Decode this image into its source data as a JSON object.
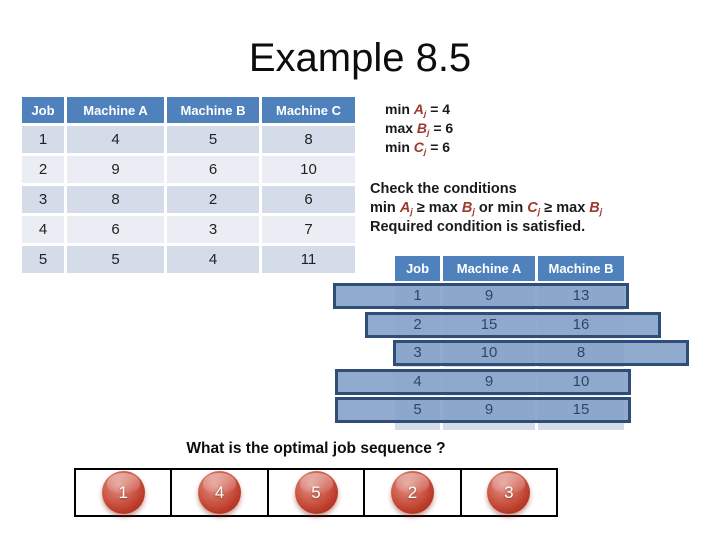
{
  "slide": {
    "title": "Example 8.5"
  },
  "left_table": {
    "headers": [
      "Job",
      "Machine A",
      "Machine B",
      "Machine C"
    ],
    "rows": [
      [
        "1",
        "4",
        "5",
        "8"
      ],
      [
        "2",
        "9",
        "6",
        "10"
      ],
      [
        "3",
        "8",
        "2",
        "6"
      ],
      [
        "4",
        "6",
        "3",
        "7"
      ],
      [
        "5",
        "5",
        "4",
        "11"
      ]
    ]
  },
  "conditions": {
    "min_a": [
      {
        "t": "min ",
        "c": "k"
      },
      {
        "t": "A",
        "c": "v"
      },
      {
        "t": "j",
        "c": "s"
      },
      {
        "t": " = 4",
        "c": "k"
      }
    ],
    "max_b": [
      {
        "t": "max ",
        "c": "k"
      },
      {
        "t": "B",
        "c": "v"
      },
      {
        "t": "j",
        "c": "s"
      },
      {
        "t": " = 6",
        "c": "k"
      }
    ],
    "min_c": [
      {
        "t": "min ",
        "c": "k"
      },
      {
        "t": "C",
        "c": "v"
      },
      {
        "t": "j",
        "c": "s"
      },
      {
        "t": " = 6",
        "c": "k"
      }
    ]
  },
  "check": {
    "title": "Check the conditions",
    "expr": [
      {
        "t": "min ",
        "c": "k"
      },
      {
        "t": "A",
        "c": "v"
      },
      {
        "t": "j",
        "c": "s"
      },
      {
        "t": " ≥ max ",
        "c": "k"
      },
      {
        "t": "B",
        "c": "v"
      },
      {
        "t": "j",
        "c": "s"
      },
      {
        "t": "  or   min ",
        "c": "k"
      },
      {
        "t": "C",
        "c": "v"
      },
      {
        "t": "j",
        "c": "s"
      },
      {
        "t": " ≥ max ",
        "c": "k"
      },
      {
        "t": "B",
        "c": "v"
      },
      {
        "t": "j",
        "c": "s"
      }
    ],
    "result": "Required condition is satisfied."
  },
  "right_table": {
    "headers": [
      "Job",
      "Machine A",
      "Machine B"
    ],
    "rows": [
      [
        "1",
        "9",
        "13"
      ],
      [
        "2",
        "15",
        "16"
      ],
      [
        "3",
        "10",
        "8"
      ],
      [
        "4",
        "9",
        "10"
      ],
      [
        "5",
        "9",
        "15"
      ]
    ]
  },
  "question": "What is the optimal job sequence ?",
  "sequence": [
    "1",
    "4",
    "5",
    "2",
    "3"
  ],
  "colors": {
    "header_blue": "#4f81bd",
    "row_odd": "#d5dce9",
    "row_even": "#eaeef4",
    "bar_fill": "#82a0c7",
    "bar_border": "#2f4d76",
    "variable_red": "#9e3a30",
    "chip_red": "#bb3a29"
  }
}
